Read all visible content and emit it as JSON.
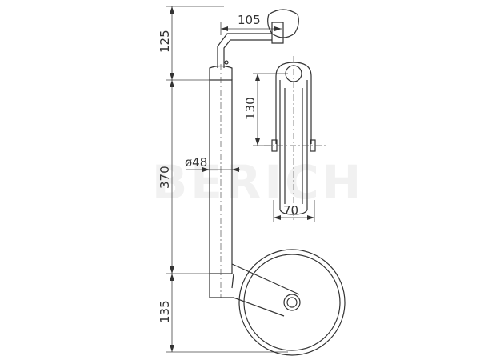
{
  "watermark": "BERICH",
  "dimensions": {
    "crank_height": "125",
    "tube_length": "370",
    "wheel_height": "135",
    "crank_reach": "105",
    "tube_diameter": "ø48",
    "wheel_radius": "130",
    "wheel_width": "70"
  }
}
